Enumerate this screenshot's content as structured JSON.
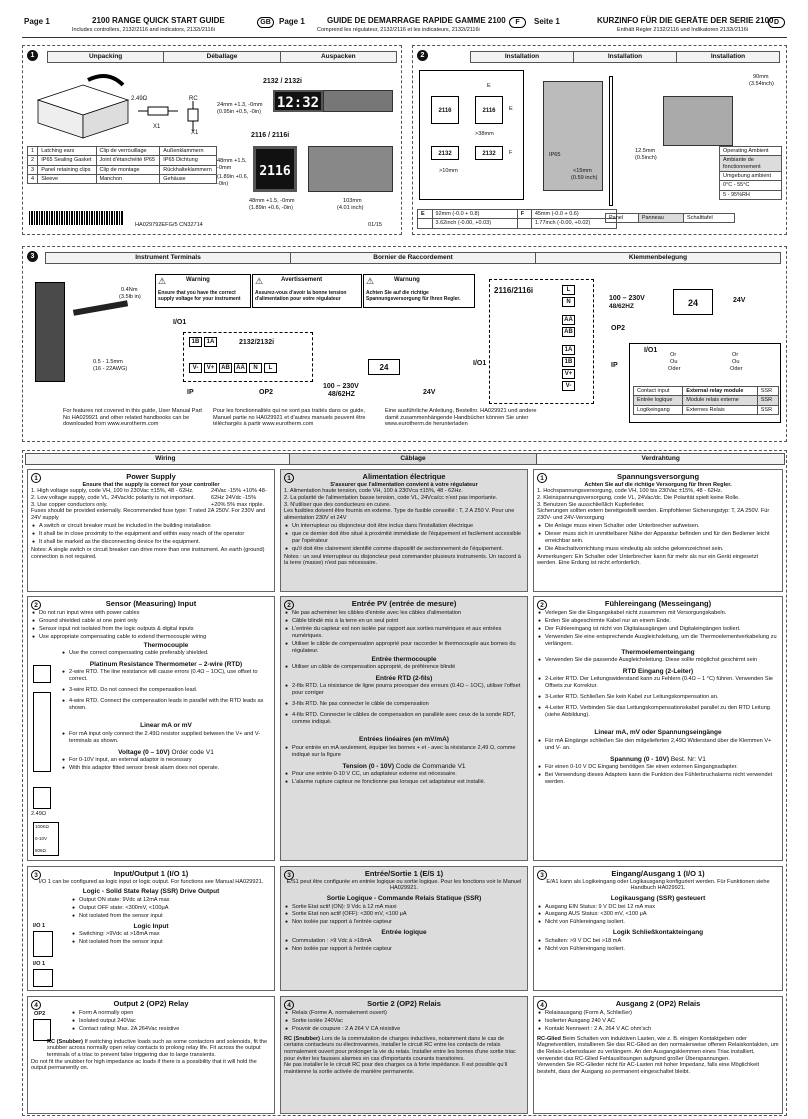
{
  "header": {
    "en": {
      "page": "Page 1",
      "title": "2100 RANGE QUICK START GUIDE",
      "subtitle": "Includes controllers, 2132/2116 and indicators, 2132i/2116i",
      "badge": "GB"
    },
    "fr": {
      "page": "Page 1",
      "title": "GUIDE DE DEMARRAGE RAPIDE GAMME 2100",
      "subtitle": "Comprend les régulateur, 2132/2116 et les indicateurs, 2132i/2116i",
      "badge": "F"
    },
    "de": {
      "page": "Seite 1",
      "title": "KURZINFO FÜR DIE GERÄTE DER SERIE 2100",
      "subtitle": "Enthält Regler 2132/2116 und Indikatoren 2132i/2116i",
      "badge": "D"
    }
  },
  "s1": {
    "num": "1",
    "tabs": [
      "Unpacking",
      "Déballage",
      "Auspacken"
    ],
    "resistor": "2.49Ω",
    "x1a": "X1",
    "rc": "RC",
    "x1b": "X1",
    "model_a": "2132 / 2132i",
    "model_b": "2116 / 2116i",
    "dim_a": "24mm +1.3, -0mm",
    "dim_a2": "(0.95in +0.5, -0in)",
    "dim_b": "48mm +1.5, -0mm",
    "dim_b2": "(1.89in +0.6, -0in)",
    "dim_c": "48mm +1.5, -0mm",
    "dim_c2": "(1.89in +0.6, -0in)",
    "dim_d": "103mm",
    "dim_d2": "(4.01 inch)",
    "lcd_a": "12:32",
    "lcd_b": "2116",
    "parts": [
      [
        "1",
        "Latching ears",
        "Clip de verrouillage",
        "Außenklammern"
      ],
      [
        "2",
        "IP65 Sealing Gasket",
        "Joint d'étanchéité IP65",
        "IP65 Dichtung"
      ],
      [
        "3",
        "Panel retaining clips",
        "Clip de montage",
        "Rückhalteklammern"
      ],
      [
        "4",
        "Sleeve",
        "Manchon",
        "Gehäuse"
      ]
    ],
    "code": "HA029792EFG/5   CN32714",
    "date": "01/15"
  },
  "s2": {
    "num": "2",
    "tabs": [
      "Installation",
      "Installation",
      "Installation"
    ],
    "lbl_2116a": "2116",
    "lbl_2116b": "2116",
    "lbl_2132a": "2132",
    "lbl_2132b": "2132",
    "e1": "E",
    "e2": "E",
    "f": "F",
    "gt38": ">38mm",
    "gt10": ">10mm",
    "ip65": "IP65",
    "w90": "90mm",
    "w90b": "(3.54inch)",
    "lt15": "<15mm",
    "lt15b": "(0.59 inch)",
    "t125": "12.5mm",
    "t125b": "(0.5inch)",
    "e_lbl": "E",
    "e_val": "92mm (-0.0 + 0.8)",
    "e_val2": "3.62inch (-0.00, +0.03)",
    "f_lbl": "F",
    "f_val": "45mm (-0.0 + 0.6)",
    "f_val2": "1.77inch (-0.00, +0.02)",
    "env": [
      "Operating Ambient",
      "Ambiante de fonctionnement",
      "Umgebung ambient",
      "0°C - 55°C",
      "5 - 95%RH"
    ],
    "panel": [
      "Panel",
      "Panneau",
      "Schalttafel"
    ]
  },
  "s3": {
    "num": "3",
    "tabs": [
      "Instrument Terminals",
      "Bornier de Raccordement",
      "Klemmenbelegung"
    ],
    "wire": "0.4Nm",
    "wire2": "(3.5lb in)",
    "wire3": "0.5 - 1.5mm",
    "wire4": "(16 - 22AWG)",
    "warn_en": "Warning",
    "warn_fr": "Avertissement",
    "warn_de": "Warnung",
    "warn_en_t": "Ensure that you have the correct supply voltage for your instrument",
    "warn_fr_t": "Assurez-vous d'avoir la bonne tension d'alimentation pour votre régulateur",
    "warn_de_t": "Achten Sie auf die richtige Spannungsversorgung für Ihren Regler.",
    "io1": "I/O1",
    "op2": "OP2",
    "ip": "IP",
    "model": "2132/2132i",
    "model2": "2116/2116i",
    "volt": "100 – 230V",
    "freq": "48/62HZ",
    "v24": "24V",
    "n24": "24",
    "t": [
      "1B",
      "1A",
      "V-",
      "V+",
      "AB",
      "AA",
      "N",
      "L"
    ],
    "t2": [
      "L",
      "N",
      "AA",
      "AB",
      "1A",
      "1B",
      "V+",
      "V-"
    ],
    "foot_en": "For features not covered in this guide, User Manual Part No HA029921 and other related handbooks can be downloaded from www.eurotherm.com",
    "foot_fr": "Pour les fonctionnalités qui ne sont pas traités dans ce guide, Manuel partie no HA029921 et d'autres manuels peuvent être téléchargés à partir www.eurotherm.com",
    "foot_de": "Eine ausführliche Anleitung, Bestellnr. HA029921 und andere damit zusammenhängende Handbücher können Sie unter www.eurotherm.de herunterladen",
    "io_table": [
      [
        "Contact input",
        "External relay module",
        "SSR"
      ],
      [
        "Entrée logique",
        "Module relais externe",
        "SSR"
      ],
      [
        "Logikeingang",
        "Externes Relais",
        "SSR"
      ]
    ],
    "or": [
      "Or",
      "Ou",
      "Oder"
    ]
  },
  "s4": {
    "num": "4",
    "tabs": [
      "Wiring",
      "Câblage",
      "Verdrahtung"
    ]
  },
  "ps": {
    "en": {
      "title": "Power Supply",
      "warn": "Ensure that the supply is correct for your controller",
      "l1": "1. High voltage supply, code VH, 100 to 230Vac ±15%, 48 - 62Hz.",
      "l2": "2. Low voltage supply, code VL, 24Vac/dc polarity is not important.",
      "l3": "3. Use copper conductors only.",
      "l4": "Fuses should be provided externally. Recommended fuse type: T rated 2A 250V. For 230V and 24V supply",
      "spec": "24Vac -15% +10% 48-62Hz 24Vdc -15% +20% 5% max ripple.",
      "b": [
        "A switch or circuit breaker must be included in the building installation",
        "It shall be in close proximity to the equipment and within easy reach of the operator",
        "It shall be marked as the disconnecting device for the equipment."
      ],
      "notes": "Notes: A single switch or circuit breaker can drive more than one instrument. An earth (ground) connection is not required."
    },
    "fr": {
      "title": "Alimentation électrique",
      "warn": "S'assurer que l'alimentation convient à votre régulateur",
      "l1": "1. Alimentation haute tension, code VH, 100 à 230Vca ±15%, 48 - 62Hz.",
      "l2": "2. La polarité de l'alimentation basse tension, code VL, 24Vca/cc n'est pas importante.",
      "l3": "3. N'utiliser que des conducteurs en cuivre.",
      "l4": "Les fusibles doivent être fournis en externe. Type de fusible conseillé : T, 2 A 250 V. Pour une alimentation 230V et 24V",
      "b": [
        "Un interrupteur ou disjoncteur doit être inclus dans l'installation électrique",
        "que ce dernier doit être situé à proximité immédiate de l'équipement et facilement accessible par l'opérateur",
        "qu'il doit être clairement identifié comme dispositif de sectionnement de l'équipement."
      ],
      "notes": "Notes : un seul interrupteur ou disjoncteur peut commander plusieurs instruments. Un raccord à la terre (masse) n'est pas nécessaire."
    },
    "de": {
      "title": "Spannungsversorgung",
      "warn": "Achten Sie auf die richtige Versorgung für Ihren Regler.",
      "l1": "1. Hochspannungsversorgung, code VH, 100 bis 230Vac ±15%, 48 - 62Hz.",
      "l2": "2. Kleinspannungsversorgung, code VL, 24Vac/dc. Die Polarität spielt keine Rolle.",
      "l3": "3. Benutzen Sie ausschließlich Kupferleiter.",
      "l4": "Sicherungen sollten extern bereitgestellt werden. Empfohlener Sicherungstyp: T, 2A 250V. Für 230V- und 24V-Versorgung",
      "b": [
        "Die Anlage muss einen Schalter oder Unterbrecher aufweisen.",
        "Dieser muss sich in unmittelbarer Nähe der Apparatur befinden und für den Bediener leicht erreichbar sein.",
        "Die Abschaltvorrichtung muss eindeutig als solche gekennzeichnet sein."
      ],
      "notes": "Anmerkungen: Ein Schalter oder Unterbrecher kann für mehr als nur ein Gerät eingesetzt werden. Eine Erdung ist nicht erforderlich."
    }
  },
  "sensor": {
    "en": {
      "title": "Sensor (Measuring) Input",
      "b": [
        "Do not run input wires with power cables",
        "Ground shielded cable at one point only",
        "Sensor input not isolated from the logic outputs & digital inputs",
        "Use appropriate compensating cable to extend thermocouple wiring"
      ],
      "tc": "Thermocouple",
      "tc_b": "Use the correct compensating cable preferably shielded.",
      "rtd": "Platinum Resistance Thermometer – 2-wire (RTD)",
      "rtd_b": [
        "2-wire RTD. The line resistance will cause errors (0.4Ω – 1OC), use offset to correct.",
        "3-wire RTD. Do not connect the compensation lead.",
        "4-wire RTD. Connect the compensation leads in parallel with the RTD leads as shown."
      ],
      "lin": "Linear mA or mV",
      "lin_b": "For mA input only connect the 2.49Ω resistor supplied between the V+ and V- terminals as shown.",
      "v": "Voltage (0 – 10V)",
      "v_code": "Order code V1",
      "v_b": [
        "For 0-10V input, an external adaptor is necessary",
        "With this adaptor fitted sensor break alarm does not operate."
      ],
      "r249": "2.49Ω",
      "k100": "100KΩ",
      "v010": "0-10V",
      "k806": "806Ω"
    },
    "fr": {
      "title": "Entrée PV (entrée de mesure)",
      "b": [
        "Ne pas acheminer les câbles d'entrée avec les câbles d'alimentation",
        "Câble blindé mis à la terre en un seul point",
        "L'entrée du capteur est non isolée par rapport aux sorties numériques et aux entrées numériques.",
        "Utiliser le câble de compensation approprié pour raccorder le thermocouple aux bornes du régulateur."
      ],
      "tc": "Entrée thermocouple",
      "tc_b": "Utiliser un câble de compensation approprié, de préférence blindé",
      "rtd": "Entrée RTD (2-fils)",
      "rtd_b": [
        "2-fils RTD. La résistance de ligne pourra provoquer des erreurs (0.4Ω – 1OC), utiliser l'offset pour corriger",
        "3-fils RTD. Ne pas connecter le câble de compensation",
        "4-fils RTD. Connecter le câbles de compensation en parallèle avec ceux de la sonde RDT, comme indiqué."
      ],
      "lin": "Entrées linéaires (en mV/mA)",
      "lin_b": "Pour entrée en mA seulement, équiper les bornes + et - avec la résistance 2,49 Ω, comme indiqué sur la figure",
      "v": "Tension (0 - 10V)",
      "v_code": "Code de Commande V1",
      "v_b": [
        "Pour une entrée 0-10 V CC, un adaptateur externe est nécessaire.",
        "L'alarme rupture capteur ne fonctionne pas lorsque cet adaptateur est installé."
      ]
    },
    "de": {
      "title": "Fühlereingang (Messeingang)",
      "b": [
        "Verlegen Sie die Eingangskabel nicht zusammen mit Versorgungskabeln.",
        "Erden Sie abgeschirmte Kabel nur an einem Ende.",
        "Der Fühlereingang ist nicht von Digitalausgängen und Digitaleingängen isoliert.",
        "Verwenden Sie eine entsprechende Ausgleichsleitung, um die Thermoelementverkabelung zu verlängern."
      ],
      "tc": "Thermoelementeingang",
      "tc_b": "Verwenden Sie die passende Ausgleichsleitung. Diese sollte möglichst geschirmt sein",
      "rtd": "RTD Eingang (2-Leiter)",
      "rtd_b": [
        "2-Leiter RTD. Der Leitungswiderstand kann zu Fehlern (0.4Ω – 1 °C) führen. Verwenden Sie Offsets zur Korrektur.",
        "3-Leiter RTD. Schließen Sie kein Kabel zur Leitungskompensation an.",
        "4-Leiter RTD. Verbinden Sie das Leitungskompensationskabel parallel zu den RTD Leitung (siehe Abbildung)."
      ],
      "lin": "Linear mA, mV oder Spannungseingänge",
      "lin_b": "Für mA Eingänge schließen Sie den mitgelieferten 2,49Ω Widerstand über die Klemmen V+ und V- an.",
      "v": "Spannung (0 - 10V)",
      "v_code": "Best. Nr: V1",
      "v_b": [
        "Für einen 0-10 V DC Eingang benötigen Sie einen externen Eingangsadapter.",
        "Bei Verwendung dieses Adapters kann die Funktion des Fühlerbruchalarms nicht verwendet werden."
      ]
    }
  },
  "io": {
    "en": {
      "title": "Input/Output 1 (I/O 1)",
      "sub": "I/O 1 can be configured as logic input or logic output. For functions see Manual HA029921.",
      "ssr": "Logic - Solid State Relay (SSR) Drive Output",
      "ssr_b": [
        "Output ON state: 9Vdc at 12mA max",
        "Output OFF state: <300mV, <100μA",
        "Not isolated from the sensor input"
      ],
      "li": "Logic Input",
      "li_b": [
        "Switching: >9Vdc at >18mA max",
        "Not isolated from the sensor input"
      ],
      "io1": "I/O 1"
    },
    "fr": {
      "title": "Entrée/Sortie 1 (E/S 1)",
      "sub": "E/S1 peut être configurée en entrée logique ou sortie logique. Pour les fonctions voir le Manuel HA029921.",
      "ssr": "Sortie Logique - Commande Relais Statique (SSR)",
      "ssr_b": [
        "Sortie Etat actif (ON): 9 Vdc à 12 mA maxi",
        "Sortie Etat non actif (OFF): <300 mV, <100 μA",
        "Non isolée par rapport à l'entrée capteur"
      ],
      "li": "Entrée logique",
      "li_b": [
        "Commutation : >9 Vdc à >18mA",
        "Non isolée par rapport à l'entrée capteur"
      ]
    },
    "de": {
      "title": "Eingang/Ausgang 1 (I/O 1)",
      "sub": "E/A1 kann als Logikeingang oder Logikausgang konfiguriert werden. Für Funktionen siehe Handbuch HA029921.",
      "ssr": "Logikausgang (SSR) gesteuert",
      "ssr_b": [
        "Ausgang EIN Status: 9 V DC bei 12 mA max",
        "Ausgang AUS Status: <300 mV, <100 μA",
        "Nicht von Fühlereingang isoliert."
      ],
      "li": "Logik Schließkontakteingang",
      "li_b": [
        "Schalten: >9 V DC bei >18 mA",
        "Nicht von Fühlereingang isoliert."
      ]
    }
  },
  "op2": {
    "en": {
      "title": "Output 2 (OP2) Relay",
      "b": [
        "Form A normally open",
        "Isolated output 240Vac",
        "Contact rating: Max. 2A 264Vac resistive"
      ],
      "rc": "RC (Snubber)",
      "rc_t": "If switching inductive loads such as some contactors and solenoids, fit the snubber across normally open relay contacts to prolong relay life. Fit across the output terminals of a triac to prevent false triggering due to large transients.",
      "foot": "Do not fit the snubber for high impedance ac loads if there is a possibility that it will hold the output permanently on.",
      "lbl": "OP2"
    },
    "fr": {
      "title": "Sortie 2 (OP2) Relais",
      "b": [
        "Relais (Forme A, normalement ouvert)",
        "Sortie isolée 240Vac",
        "Pouvoir de coupure : 2 A 264 V CA résistive"
      ],
      "rc": "RC (Snubber)",
      "rc_t": "Lors de la commutation de charges inductives, notamment dans le cas de certains contacteurs ou électrovannes, installer le circuit RC entre les contacts de relais normalement ouvert pour prolonger la vie du relais. Installer entre les bornes d'une sortie triac pour éviter les fausses alarmes en cas d'importants courants transitoires.",
      "foot": "Ne pas installer le le circuit RC pour des charges ca à forte impédance. Il est possible qu'il maintienne la sortie activée de manière permanente."
    },
    "de": {
      "title": "Ausgang 2 (OP2) Relais",
      "b": [
        "Relaisausgang (Form A, Schließer)",
        "Isolierter Ausgang 240 V AC",
        "Kontakt Nennwert : 2 A, 264 V AC ohm'sch"
      ],
      "rc": "RC-Glied",
      "rc_t": "Beim Schalten von induktiven Lasten, wie z. B. einigen Kontaktgeben oder Magnetventilen, installieren Sie das RC-Glied an den normalerweise offenen Relaiskontakten, um die Relais-Lebensdauer zu verlängern. An den Ausgangsklemmen eines Triac installiert, verwendet das RC-Glied Fehlauslösungen aufgrund großer Überspannungen.",
      "foot": "Verwenden Sie RC-Glieder nicht für AC-Lasten mit hoher Impedanz, falls eine Möglichkeit besteht, dass der Ausgang so permanent eingeschaltet bleibt."
    }
  }
}
